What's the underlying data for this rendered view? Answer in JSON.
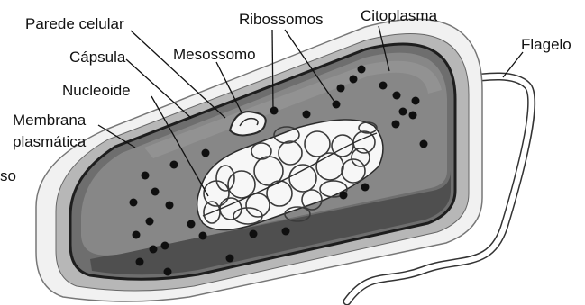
{
  "diagram": {
    "labels": {
      "parede_celular": "Parede celular",
      "capsula": "Cápsula",
      "nucleoide": "Nucleoide",
      "membrana_line1": "Membrana",
      "membrana_line2": "plasmática",
      "mesossomo": "Mesossomo",
      "ribossomos": "Ribossomos",
      "citoplasma": "Citoplasma",
      "flagelo": "Flagelo",
      "cropped_fragment": "so"
    }
  }
}
